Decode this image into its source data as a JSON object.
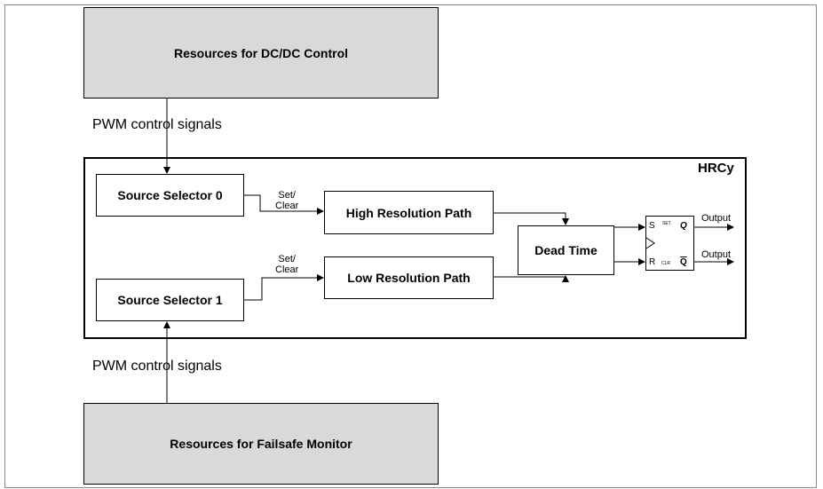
{
  "blocks": {
    "dcdc": "Resources for DC/DC Control",
    "failsafe": "Resources for Failsafe Monitor",
    "hrc": "HRCy",
    "selector0": "Source Selector 0",
    "selector1": "Source Selector 1",
    "high_path": "High Resolution Path",
    "low_path": "Low Resolution Path",
    "dead_time": "Dead Time"
  },
  "signals": {
    "pwm_top": "PWM control signals",
    "pwm_bottom": "PWM control signals",
    "set_clear_top": [
      "Set/",
      "Clear"
    ],
    "set_clear_bottom": [
      "Set/",
      "Clear"
    ],
    "output_q": "Output",
    "output_qbar": "Output"
  },
  "flipflop": {
    "s": "S",
    "set": "SET",
    "q": "Q",
    "r": "R",
    "clr": "CLR",
    "qbar": "Q"
  },
  "colors": {
    "resource_fill": "#d9d9d9",
    "border": "#000000",
    "frame": "#8a8a8a"
  }
}
